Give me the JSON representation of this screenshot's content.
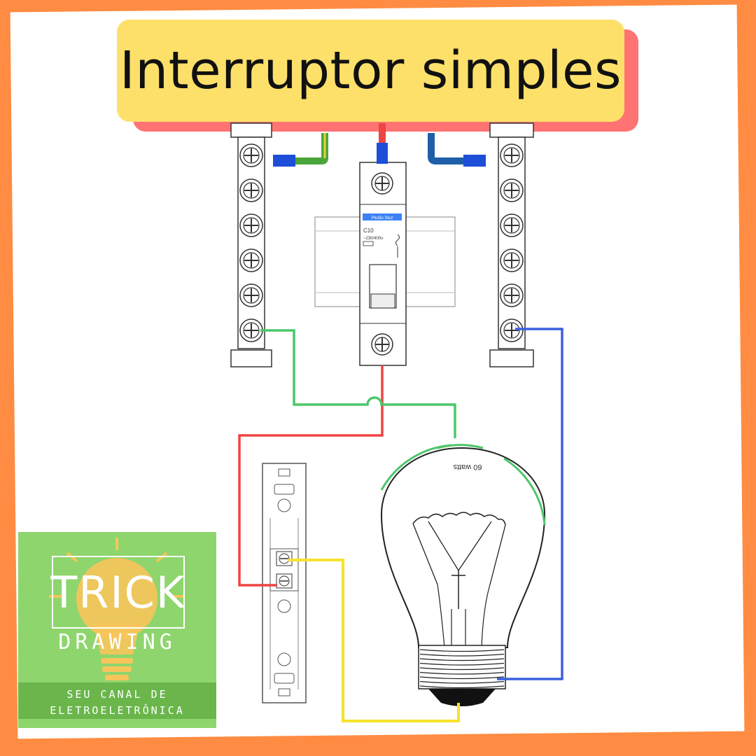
{
  "title": "Interruptor simples",
  "breaker": {
    "brand": "Plutão Stuz",
    "rating": "C10",
    "voltage": "~230/400v"
  },
  "lamp": {
    "marking": "60 watts"
  },
  "logo": {
    "word1": "TRICK",
    "word2": "DRAWING",
    "tagline1": "SEU CANAL DE",
    "tagline2": "ELETROELETRÔNICA"
  },
  "colors": {
    "background": "#ff8c42",
    "title_fill": "#fde06a",
    "title_shadow": "#ff7373",
    "phase_wire": "#ef4444",
    "neutral_wire": "#3b5fe0",
    "ground_wire": "#4cc66a",
    "return_wire": "#f7e22b",
    "logo_green": "#8ed56d",
    "logo_bulb": "#f7c55a"
  },
  "icons": [
    "lightbulb-icon"
  ]
}
